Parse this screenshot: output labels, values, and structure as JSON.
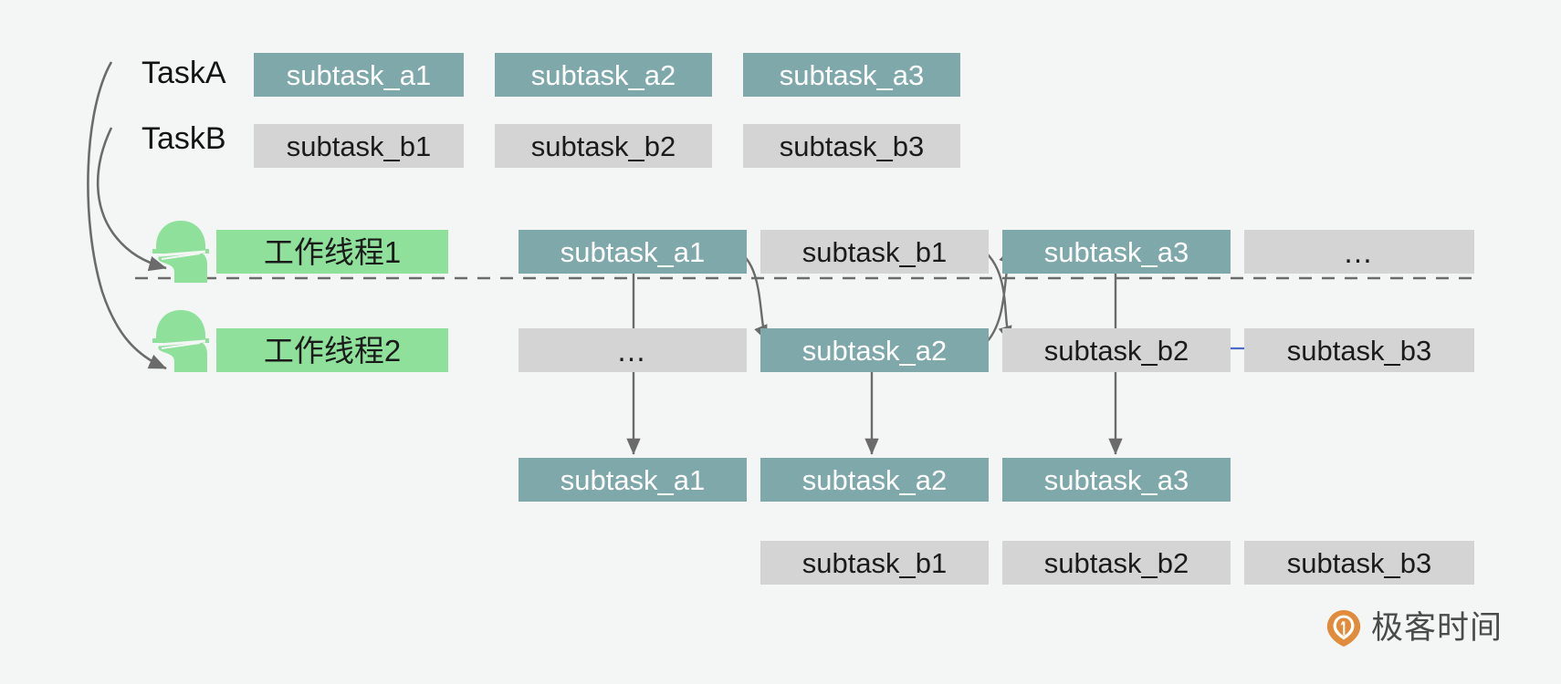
{
  "colors": {
    "background": "#f4f6f5",
    "teal": "#7fa8ab",
    "gray": "#d4d4d4",
    "green": "#8ee09b",
    "arrow": "#6b6b6b",
    "blue_arrow": "#4b6cc7",
    "dashed_divider": "#6b6b6b",
    "logo_orange": "#e08c3c"
  },
  "task_labels": {
    "task_a": "TaskA",
    "task_b": "TaskB"
  },
  "task_queue": {
    "row_a": [
      "subtask_a1",
      "subtask_a2",
      "subtask_a3"
    ],
    "row_b": [
      "subtask_b1",
      "subtask_b2",
      "subtask_b3"
    ]
  },
  "threads": {
    "thread1": "工作线程1",
    "thread2": "工作线程2",
    "worker_icon": "worker-helmet-head-icon"
  },
  "execution": {
    "thread1_slots": [
      "subtask_a1",
      "subtask_b1",
      "subtask_a3",
      "…"
    ],
    "thread2_slots": [
      "…",
      "subtask_a2",
      "subtask_b2",
      "subtask_b3"
    ]
  },
  "completed": {
    "row_a": [
      "subtask_a1",
      "subtask_a2",
      "subtask_a3"
    ],
    "row_b": [
      "subtask_b1",
      "subtask_b2",
      "subtask_b3"
    ]
  },
  "logo": {
    "text": "极客时间",
    "mark": "geektime-logo-icon"
  }
}
